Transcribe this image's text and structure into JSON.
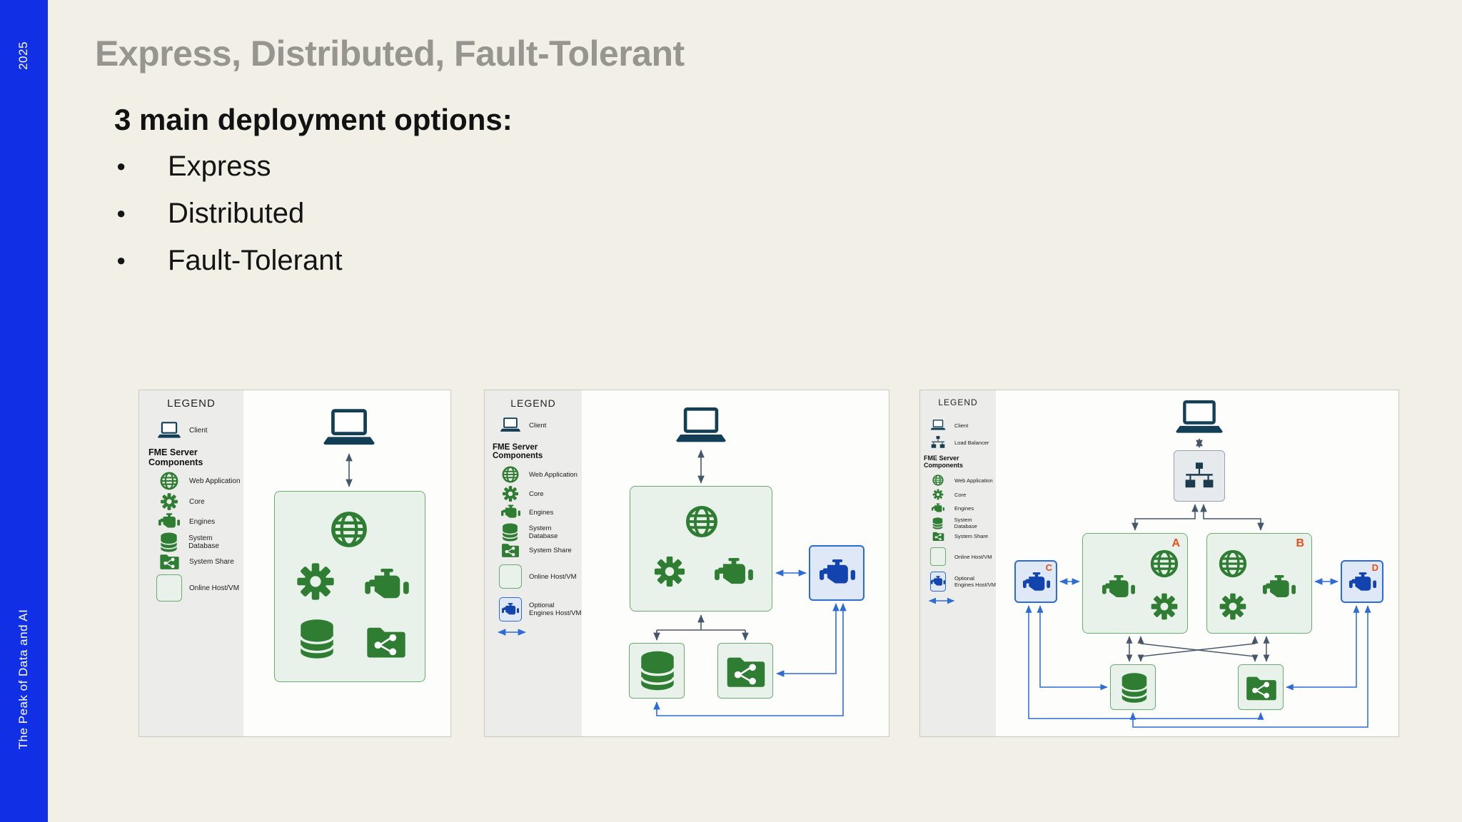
{
  "slide": {
    "year": "2025",
    "footer": "The Peak of Data and AI",
    "title": "Express, Distributed, Fault-Tolerant",
    "heading": "3 main deployment options:",
    "bullets": [
      "Express",
      "Distributed",
      "Fault-Tolerant"
    ],
    "bullet_glyph": "●"
  },
  "legend": {
    "title": "LEGEND",
    "components_header": "FME Server Components",
    "items": {
      "client": "Client",
      "load_balancer": "Load Balancer",
      "web_application": "Web Application",
      "core": "Core",
      "engines": "Engines",
      "system_database": "System Database",
      "system_share": "System Share",
      "online_host": "Online Host/VM",
      "optional_1": "Optional",
      "optional_2": "Engines Host/VM"
    }
  },
  "letters": {
    "a": "A",
    "b": "B",
    "c": "C",
    "d": "D"
  },
  "colors": {
    "sidebar_blue": "#1130e6",
    "background": "#f1efe6",
    "title_gray": "#96968e",
    "fme_green": "#2e7d33",
    "green_box_bg": "#e9f2ea",
    "green_box_border": "#6aab72",
    "engine_blue": "#1243ae",
    "blue_box_bg": "#dfe8f6",
    "blue_accent": "#2d6bd6",
    "navy": "#123f56",
    "dark_arrow": "#46576b",
    "orange_letter": "#e2511d"
  }
}
